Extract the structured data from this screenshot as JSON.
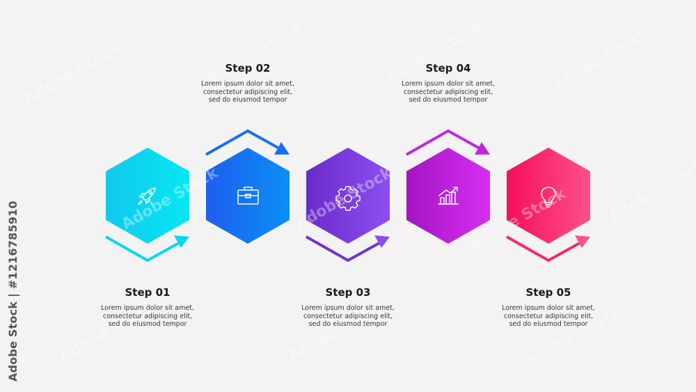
{
  "steps": [
    {
      "title": "Step 01",
      "lines": [
        "Lorem ipsum dolor sit amet,",
        "consectetur adipiscing elit,",
        "sed do eiusmod tempor"
      ],
      "icon": "rocket-icon",
      "colors": [
        "#12c9ee",
        "#05e6f2"
      ]
    },
    {
      "title": "Step 02",
      "lines": [
        "Lorem ipsum dolor sit amet,",
        "consectetur adipiscing elit,",
        "sed do eiusmod tempor"
      ],
      "icon": "briefcase-icon",
      "colors": [
        "#1e5ff0",
        "#0a8ff4"
      ]
    },
    {
      "title": "Step 03",
      "lines": [
        "Lorem ipsum dolor sit amet,",
        "consectetur adipiscing elit,",
        "sed do eiusmod tempor"
      ],
      "icon": "gear-icon",
      "colors": [
        "#6a2bc9",
        "#8c4ff2"
      ]
    },
    {
      "title": "Step 04",
      "lines": [
        "Lorem ipsum dolor sit amet,",
        "consectetur adipiscing elit,",
        "sed do eiusmod tempor"
      ],
      "icon": "chart-icon",
      "colors": [
        "#a414c4",
        "#d62ff0"
      ]
    },
    {
      "title": "Step 05",
      "lines": [
        "Lorem ipsum dolor sit amet,",
        "consectetur adipiscing elit,",
        "sed do eiusmod tempor"
      ],
      "icon": "lightbulb-icon",
      "colors": [
        "#f40f5a",
        "#ff4f8c"
      ]
    }
  ],
  "watermark": {
    "side_text": "Adobe Stock | #1216785910",
    "overlay_text": "Adobe Stock"
  }
}
